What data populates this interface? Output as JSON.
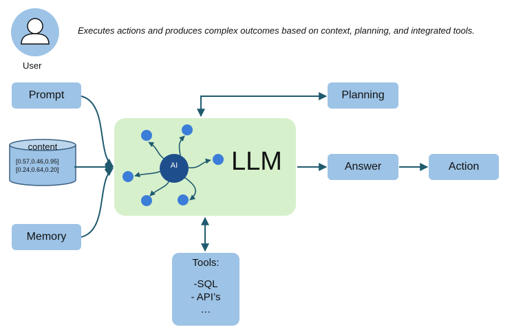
{
  "caption": "Executes actions and produces complex outcomes based on context, planning, and integrated tools.",
  "user": {
    "label": "User"
  },
  "inputs": {
    "prompt": "Prompt",
    "memory": "Memory",
    "content": {
      "title": "content",
      "vectors": [
        "[0.57,0.46,0.95]",
        "[0.24,0.64,0.20]"
      ]
    }
  },
  "llm": {
    "label": "LLM",
    "core_label": "AI"
  },
  "outputs": {
    "planning": "Planning",
    "answer": "Answer",
    "action": "Action"
  },
  "tools": {
    "title": "Tools:",
    "items": [
      "-SQL",
      "- API’s",
      "…"
    ]
  },
  "colors": {
    "box_fill": "#9dc3e6",
    "llm_fill": "#d6f0cc",
    "arrow": "#1f5a6e",
    "ai_core": "#1f4e8c",
    "node": "#3b7dd8",
    "db_stroke": "#3b5f80"
  }
}
